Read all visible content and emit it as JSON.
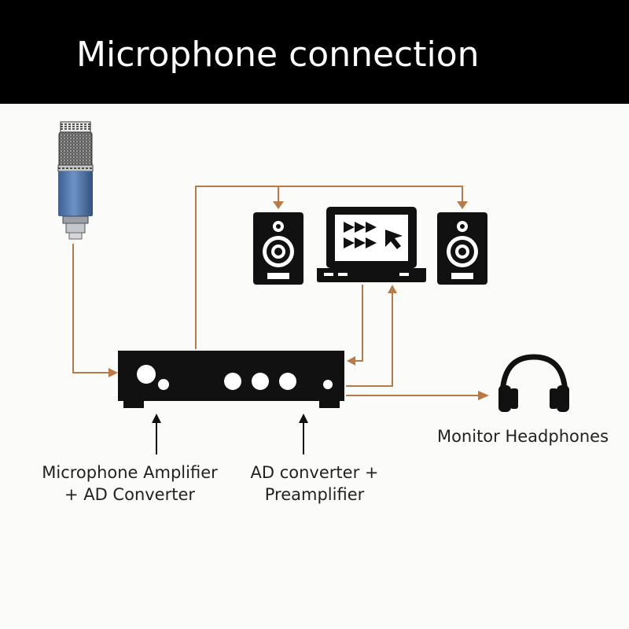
{
  "header": {
    "title": "Microphone connection"
  },
  "labels": {
    "headphones": "Monitor Headphones",
    "mic_amp_line1": "Microphone Amplifier",
    "mic_amp_line2": "+ AD Converter",
    "ad_conv_line1": "AD converter +",
    "ad_conv_line2": "Preamplifier"
  },
  "colors": {
    "background": "#fbfbf9",
    "header_bg": "#000000",
    "header_text": "#ffffff",
    "connection_line": "#b97a4a",
    "device": "#111111",
    "mic_body": "#5b7fb0"
  },
  "icons": [
    "microphone-icon",
    "speaker-icon",
    "laptop-icon",
    "audio-interface-icon",
    "headphones-icon"
  ]
}
